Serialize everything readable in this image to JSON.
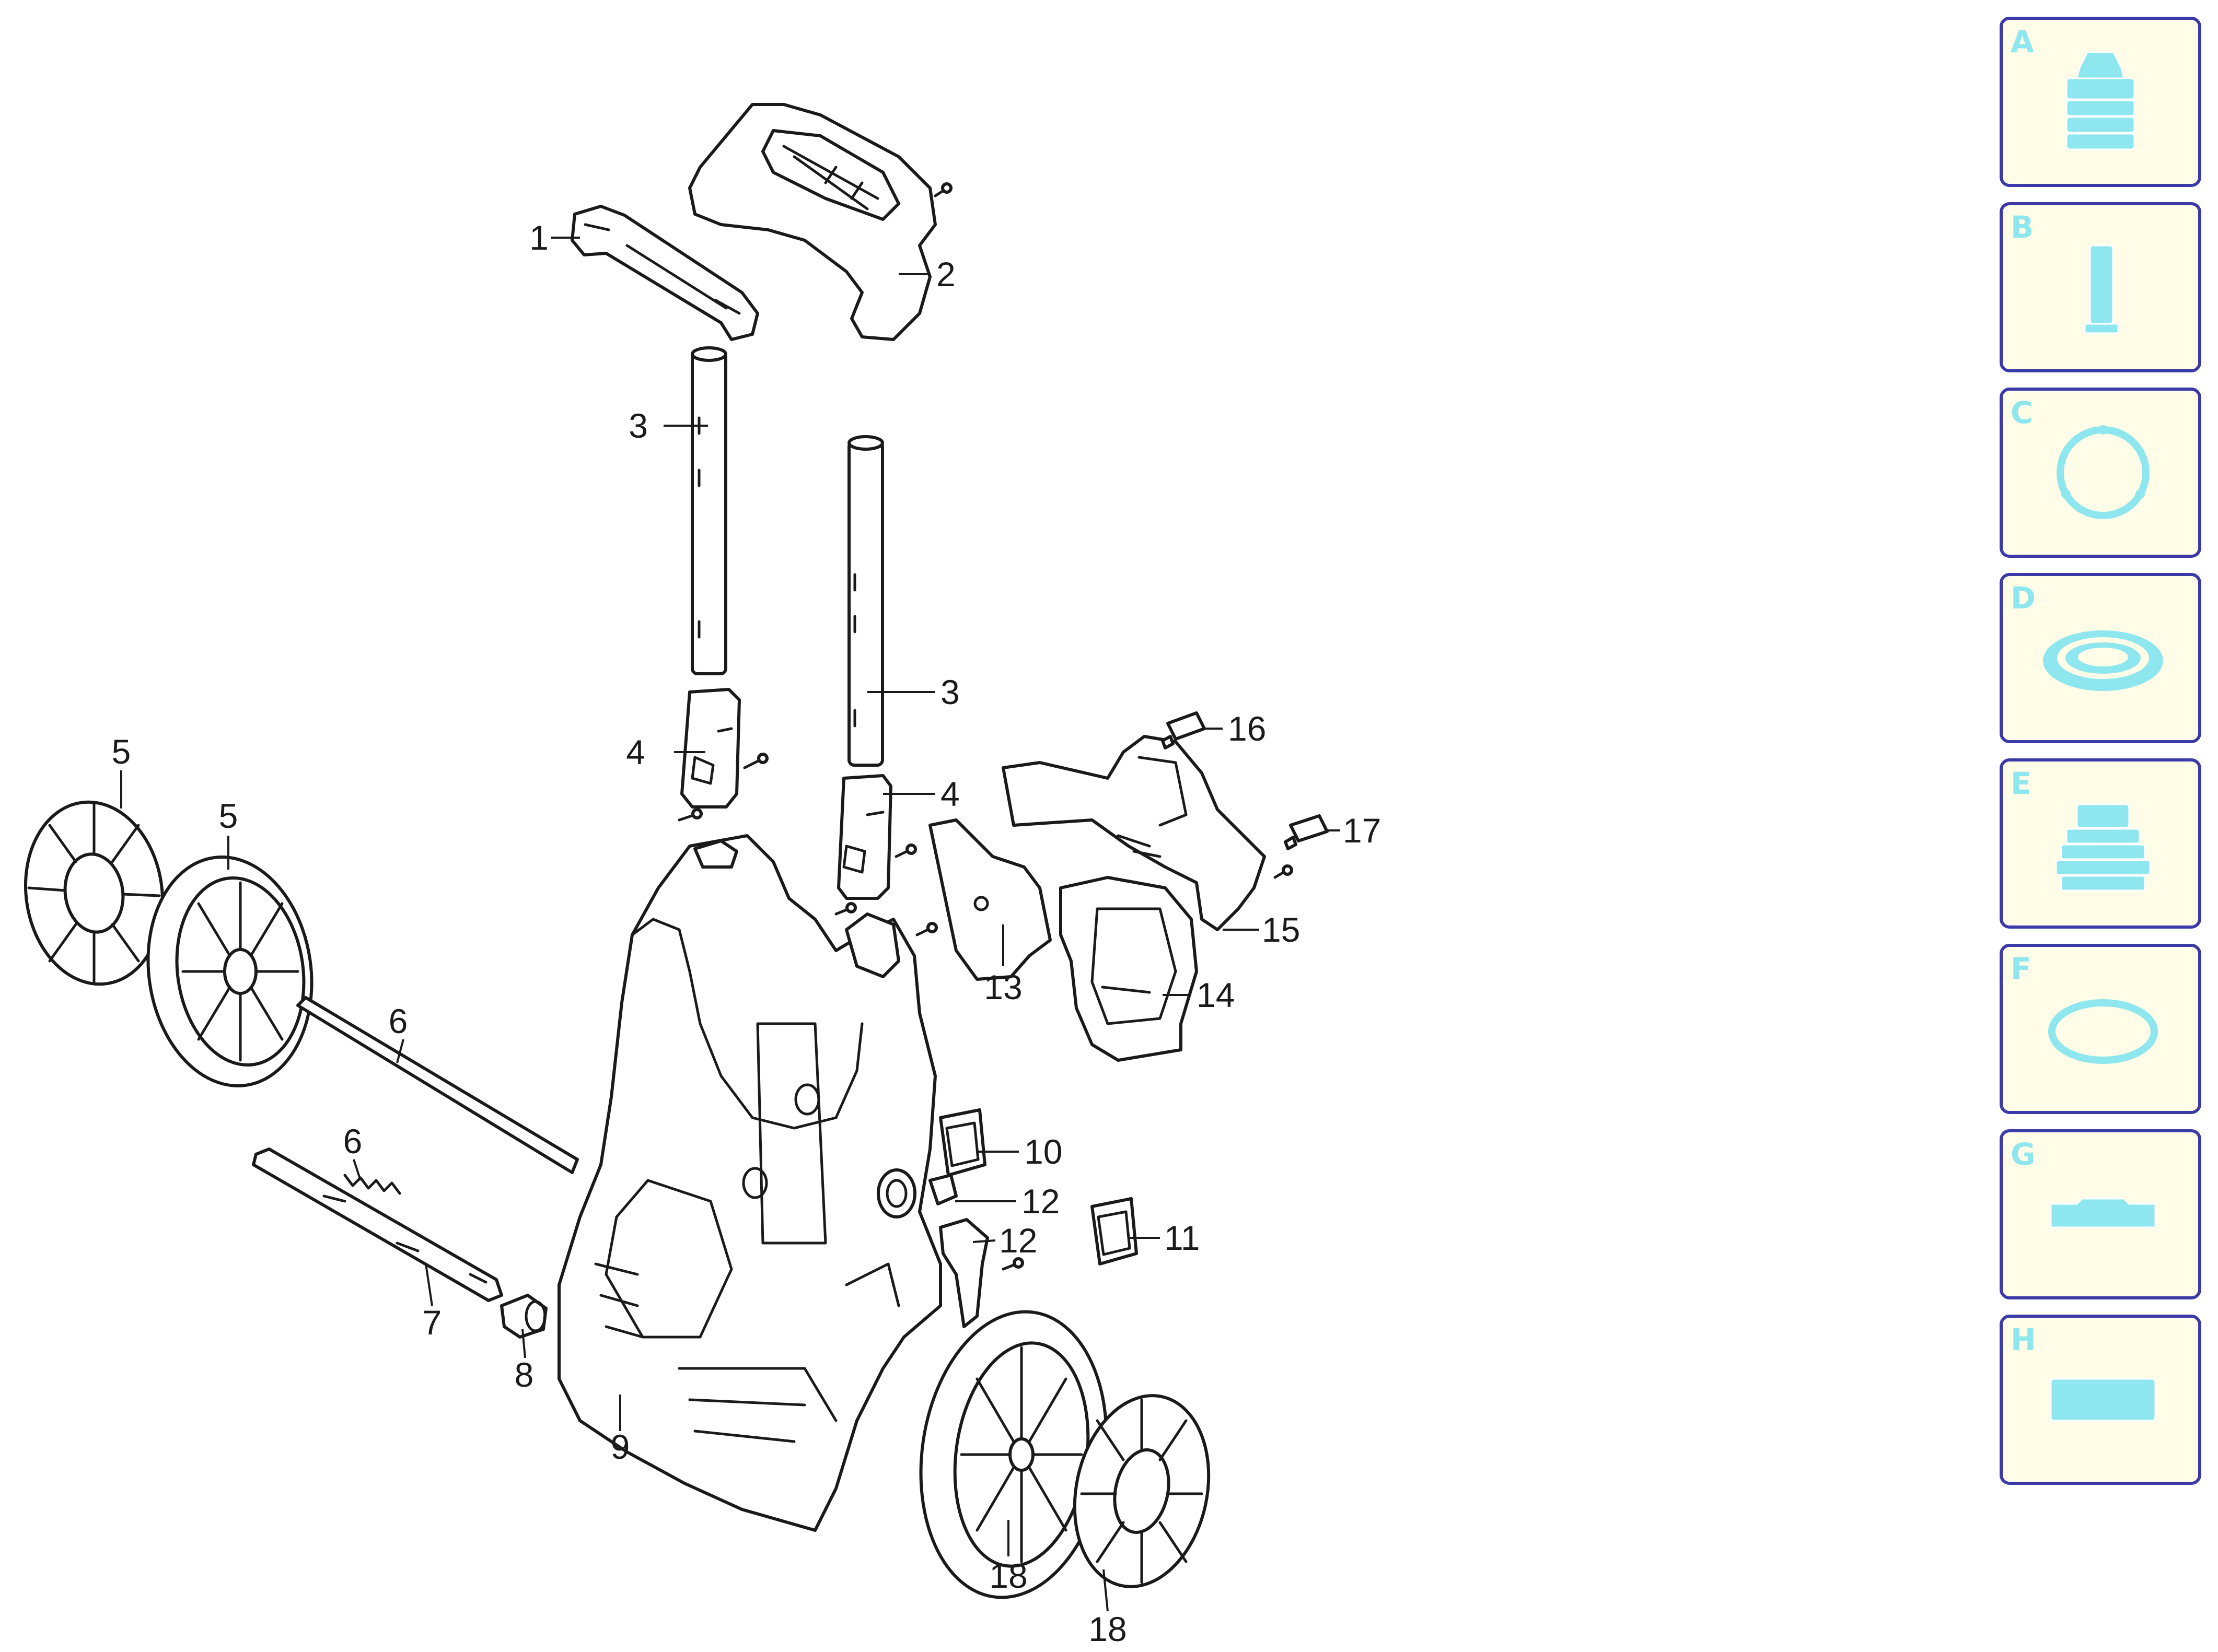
{
  "diagram": {
    "callouts": [
      {
        "id": "1",
        "label": "1"
      },
      {
        "id": "2",
        "label": "2"
      },
      {
        "id": "3a",
        "label": "3"
      },
      {
        "id": "3b",
        "label": "3"
      },
      {
        "id": "4a",
        "label": "4"
      },
      {
        "id": "4b",
        "label": "4"
      },
      {
        "id": "5a",
        "label": "5"
      },
      {
        "id": "5b",
        "label": "5"
      },
      {
        "id": "6a",
        "label": "6"
      },
      {
        "id": "6b",
        "label": "6"
      },
      {
        "id": "7",
        "label": "7"
      },
      {
        "id": "8",
        "label": "8"
      },
      {
        "id": "9",
        "label": "9"
      },
      {
        "id": "10",
        "label": "10"
      },
      {
        "id": "11",
        "label": "11"
      },
      {
        "id": "12a",
        "label": "12"
      },
      {
        "id": "12b",
        "label": "12"
      },
      {
        "id": "13",
        "label": "13"
      },
      {
        "id": "14",
        "label": "14"
      },
      {
        "id": "15",
        "label": "15"
      },
      {
        "id": "16",
        "label": "16"
      },
      {
        "id": "17",
        "label": "17"
      },
      {
        "id": "18a",
        "label": "18"
      },
      {
        "id": "18b",
        "label": "18"
      }
    ]
  },
  "legend": {
    "tiles": [
      {
        "letter": "A",
        "icon": "tank-cap-icon"
      },
      {
        "letter": "B",
        "icon": "filter-cartridge-icon"
      },
      {
        "letter": "C",
        "icon": "gasket-ring-icon"
      },
      {
        "letter": "D",
        "icon": "seal-washer-icon"
      },
      {
        "letter": "E",
        "icon": "threaded-connector-icon"
      },
      {
        "letter": "F",
        "icon": "o-ring-icon"
      },
      {
        "letter": "G",
        "icon": "flat-seal-icon"
      },
      {
        "letter": "H",
        "icon": "block-seal-icon"
      }
    ]
  },
  "colors": {
    "line": "#1a1a1a",
    "tile_border": "#3b3aa8",
    "tile_fill": "#fffde8",
    "tile_icon": "#8ee6ee",
    "tile_letter": "#8ee6ee"
  }
}
